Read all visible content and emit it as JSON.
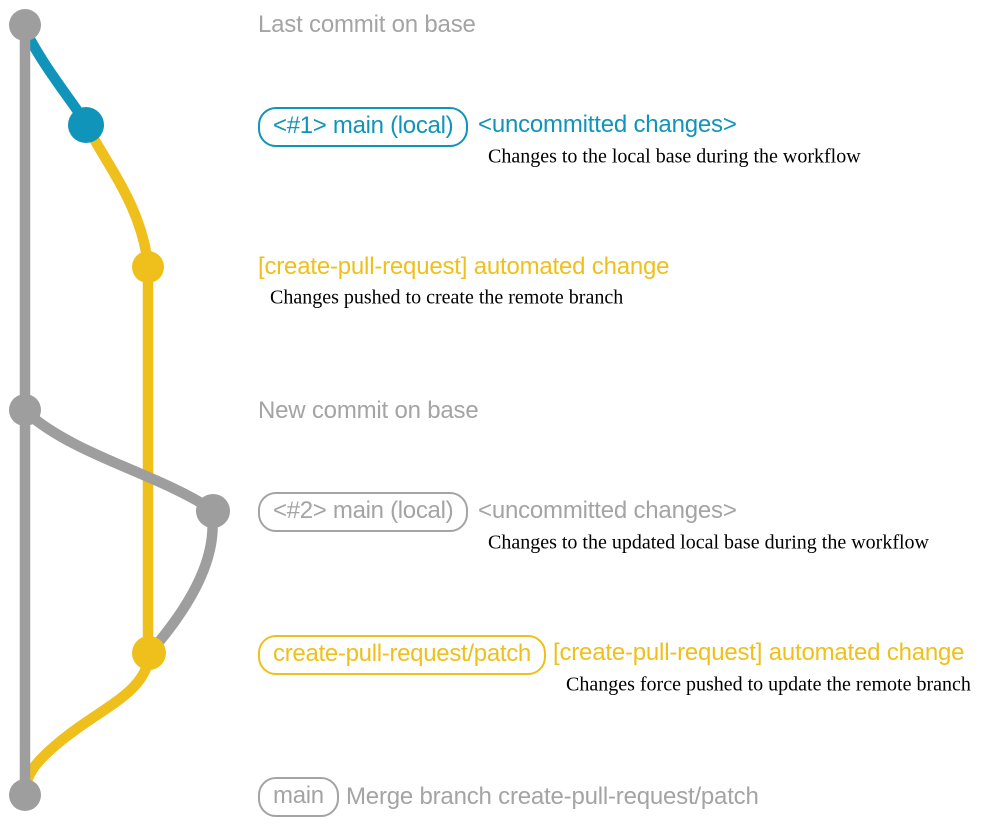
{
  "colors": {
    "graph_gray": "#9E9E9E",
    "text_gray": "#A4A4A4",
    "teal": "#1094BA",
    "yellow": "#EFC01C",
    "note_black": "#000000"
  },
  "graph": {
    "base_branch": "base",
    "commit_nodes": [
      "last-commit-on-base",
      "local-main-commit-1",
      "create-pull-request-patch-commit-1",
      "new-commit-on-base",
      "local-main-commit-2",
      "create-pull-request-patch-commit-2",
      "merge-commit"
    ]
  },
  "labels": {
    "last_commit": "Last commit on base",
    "new_commit": "New commit on base"
  },
  "step1": {
    "badge": "<#1> main (local)",
    "status": "<uncommitted changes>",
    "note": "Changes to the local base during the workflow"
  },
  "step2": {
    "label": "[create-pull-request] automated change",
    "note": "Changes pushed to create the remote branch"
  },
  "step3": {
    "badge": "<#2> main (local)",
    "status": "<uncommitted changes>",
    "note": "Changes to the updated local base during the workflow"
  },
  "step4": {
    "badge": "create-pull-request/patch",
    "label": "[create-pull-request] automated change",
    "note": "Changes force pushed to update the remote branch"
  },
  "step5": {
    "badge": "main",
    "label": "Merge branch create-pull-request/patch"
  }
}
